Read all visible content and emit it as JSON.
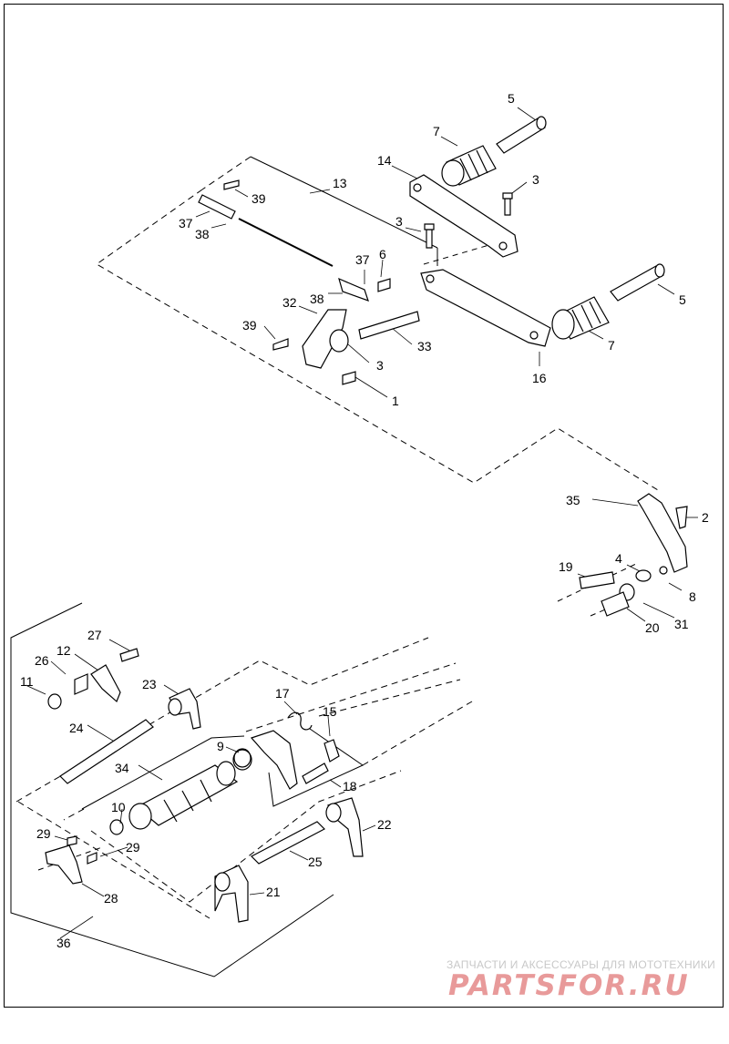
{
  "callouts": [
    {
      "id": "c5a",
      "text": "5"
    },
    {
      "id": "c7a",
      "text": "7"
    },
    {
      "id": "c14",
      "text": "14"
    },
    {
      "id": "c3a",
      "text": "3"
    },
    {
      "id": "c13",
      "text": "13"
    },
    {
      "id": "c39a",
      "text": "39"
    },
    {
      "id": "c37a",
      "text": "37"
    },
    {
      "id": "c38a",
      "text": "38"
    },
    {
      "id": "c3b",
      "text": "3"
    },
    {
      "id": "c37b",
      "text": "37"
    },
    {
      "id": "c6",
      "text": "6"
    },
    {
      "id": "c38b",
      "text": "38"
    },
    {
      "id": "c32",
      "text": "32"
    },
    {
      "id": "c39b",
      "text": "39"
    },
    {
      "id": "c33",
      "text": "33"
    },
    {
      "id": "c3c",
      "text": "3"
    },
    {
      "id": "c1",
      "text": "1"
    },
    {
      "id": "c16",
      "text": "16"
    },
    {
      "id": "c5b",
      "text": "5"
    },
    {
      "id": "c7b",
      "text": "7"
    },
    {
      "id": "c35",
      "text": "35"
    },
    {
      "id": "c2",
      "text": "2"
    },
    {
      "id": "c19",
      "text": "19"
    },
    {
      "id": "c4",
      "text": "4"
    },
    {
      "id": "c8",
      "text": "8"
    },
    {
      "id": "c20",
      "text": "20"
    },
    {
      "id": "c31",
      "text": "31"
    },
    {
      "id": "c27",
      "text": "27"
    },
    {
      "id": "c12",
      "text": "12"
    },
    {
      "id": "c26",
      "text": "26"
    },
    {
      "id": "c11",
      "text": "11"
    },
    {
      "id": "c23",
      "text": "23"
    },
    {
      "id": "c17",
      "text": "17"
    },
    {
      "id": "c15",
      "text": "15"
    },
    {
      "id": "c24",
      "text": "24"
    },
    {
      "id": "c9",
      "text": "9"
    },
    {
      "id": "c34",
      "text": "34"
    },
    {
      "id": "c18",
      "text": "18"
    },
    {
      "id": "c10",
      "text": "10"
    },
    {
      "id": "c29a",
      "text": "29"
    },
    {
      "id": "c29b",
      "text": "29"
    },
    {
      "id": "c22",
      "text": "22"
    },
    {
      "id": "c25",
      "text": "25"
    },
    {
      "id": "c21",
      "text": "21"
    },
    {
      "id": "c28",
      "text": "28"
    },
    {
      "id": "c36",
      "text": "36"
    }
  ],
  "watermark": {
    "tagline": "ЗАПЧАСТИ И АКСЕССУАРЫ ДЛЯ МОТОТЕХНИКИ",
    "logo": "PARTSFOR.RU",
    "tagline_color": "#c8c8c8",
    "logo_color": "#e89a9a"
  }
}
